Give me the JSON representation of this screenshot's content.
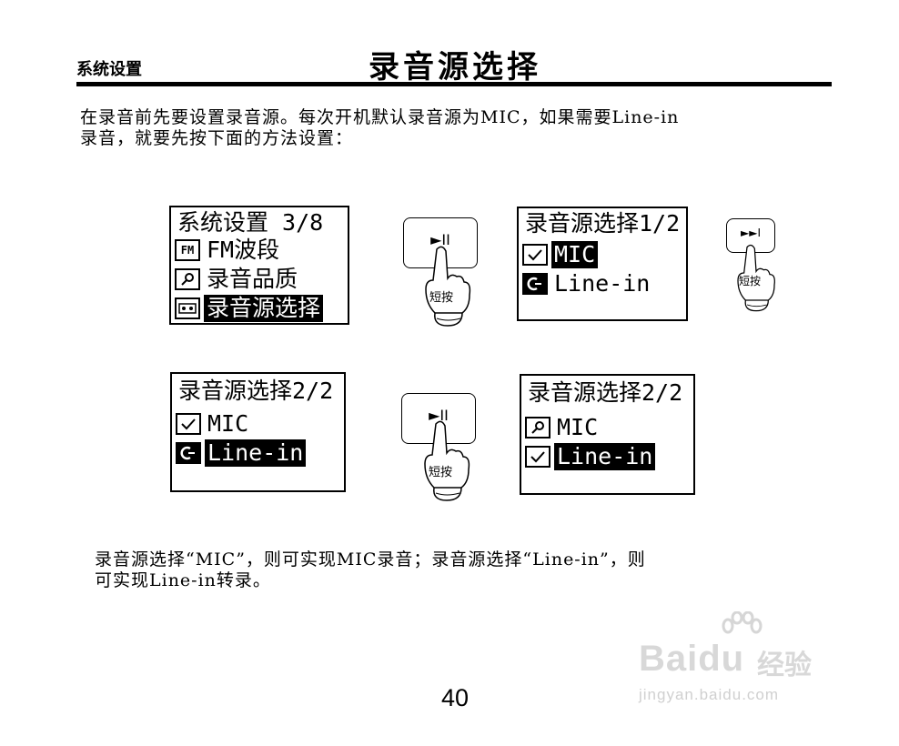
{
  "header": {
    "section": "系统设置",
    "title": "录音源选择"
  },
  "intro": "在录音前先要设置录音源。每次开机默认录音源为MIC，如果需要Line-in\n录音，就要先按下面的方法设置：",
  "screens": {
    "s1": {
      "header": "系统设置 3/8",
      "items": [
        {
          "icon": "fm-icon",
          "label": "FM波段",
          "selected": false
        },
        {
          "icon": "mic-quality-icon",
          "label": "录音品质",
          "selected": false
        },
        {
          "icon": "tape-icon",
          "label": "录音源选择",
          "selected": true
        }
      ]
    },
    "s2": {
      "header": "录音源选择1/2",
      "items": [
        {
          "icon": "checkmark-icon",
          "label": "MIC",
          "selected": true
        },
        {
          "icon": "line-in-icon",
          "label": "Line-in",
          "selected": false
        }
      ]
    },
    "s3": {
      "header": "录音源选择2/2",
      "items": [
        {
          "icon": "checkmark-icon",
          "label": "MIC",
          "selected": false
        },
        {
          "icon": "line-in-icon",
          "label": "Line-in",
          "selected": true
        }
      ]
    },
    "s4": {
      "header": "录音源选择2/2",
      "items": [
        {
          "icon": "mic-icon",
          "label": "MIC",
          "selected": false
        },
        {
          "icon": "checkmark-icon",
          "label": "Line-in",
          "selected": true
        }
      ]
    }
  },
  "buttons": {
    "play_pause_symbol": "►II",
    "next_symbol": "►►I",
    "press_label": "短按"
  },
  "note": "录音源选择“MIC”，则可实现MIC录音；录音源选择“Line-in”，则\n可实现Line-in转录。",
  "page_number": "40",
  "watermark": {
    "brand": "Baidu",
    "brand_cn": "经验",
    "url": "jingyan.baidu.com"
  }
}
